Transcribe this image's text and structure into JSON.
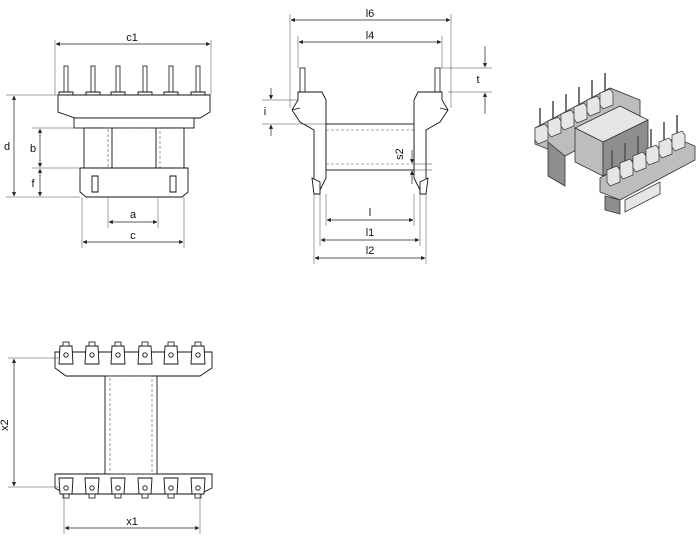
{
  "labels": {
    "c1": "c1",
    "d": "d",
    "b": "b",
    "f": "f",
    "a": "a",
    "c": "c",
    "l6": "l6",
    "l4": "l4",
    "t": "t",
    "i": "i",
    "s2": "s2",
    "l": "l",
    "l1": "l1",
    "l2": "l2",
    "x1": "x1",
    "x2": "x2"
  },
  "colors": {
    "line": "#111111",
    "body_grey": "#dcdcdc",
    "iso_light": "#e6e6e6",
    "iso_mid": "#bdbdbd",
    "iso_dark": "#8e8e8e"
  }
}
